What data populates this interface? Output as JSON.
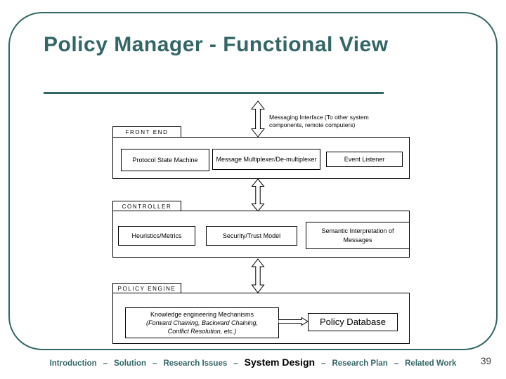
{
  "slide": {
    "title": "Policy Manager - Functional View",
    "page_number": "39",
    "accent_color": "#336666"
  },
  "diagram": {
    "messaging_note": "Messaging Interface (To other system components, remote computers)",
    "front_end": {
      "label": "FRONT END",
      "boxes": {
        "protocol_state_machine": "Protocol State Machine",
        "message_multiplexer": "Message Multiplexer/De-multiplexer",
        "event_listener": "Event Listener"
      }
    },
    "controller": {
      "label": "CONTROLLER",
      "boxes": {
        "heuristics_metrics": "Heuristics/Metrics",
        "security_trust_model": "Security/Trust Model",
        "semantic_interpretation": "Semantic Interpretation of Messages"
      }
    },
    "policy_engine": {
      "label": "POLICY ENGINE",
      "boxes": {
        "knowledge_mechanisms_line1": "Knowledge engineering Mechanisms",
        "knowledge_mechanisms_line2": "(Forward Chaining, Backward Chaining,",
        "knowledge_mechanisms_line3": "Conflict Resolution, etc.)",
        "policy_database": "Policy Database"
      }
    }
  },
  "footer": {
    "separator": "–",
    "items": [
      {
        "label": "Introduction"
      },
      {
        "label": "Solution"
      },
      {
        "label": "Research Issues"
      },
      {
        "label": "System Design"
      },
      {
        "label": "Research Plan"
      },
      {
        "label": "Related Work"
      }
    ]
  }
}
